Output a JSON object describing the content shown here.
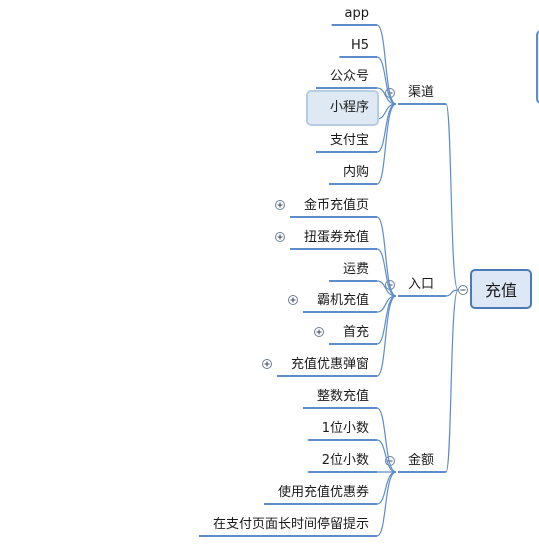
{
  "root": {
    "label": "充值"
  },
  "branches": [
    {
      "id": "channel",
      "label": "渠道",
      "children": [
        {
          "label": "app"
        },
        {
          "label": "H5"
        },
        {
          "label": "公众号"
        },
        {
          "label": "小程序",
          "selected": true
        },
        {
          "label": "支付宝"
        },
        {
          "label": "内购"
        }
      ]
    },
    {
      "id": "entry",
      "label": "入口",
      "children": [
        {
          "label": "金币充值页",
          "expandable": true
        },
        {
          "label": "扭蛋券充值",
          "expandable": true
        },
        {
          "label": "运费"
        },
        {
          "label": "霸机充值",
          "expandable": true
        },
        {
          "label": "首充",
          "expandable": true
        },
        {
          "label": "充值优惠弹窗",
          "expandable": true
        }
      ]
    },
    {
      "id": "amount",
      "label": "金额",
      "children": [
        {
          "label": "整数充值"
        },
        {
          "label": "1位小数"
        },
        {
          "label": "2位小数"
        },
        {
          "label": "使用充值优惠券"
        },
        {
          "label": "在支付页面长时间停留提示"
        }
      ]
    }
  ],
  "colors": {
    "line": "#5d8dc8",
    "root_fill": "#dde7f5",
    "selected_fill": "#dfe9f3"
  },
  "icons": {
    "collapse": "minus-circle-icon",
    "expand": "plus-circle-icon"
  }
}
